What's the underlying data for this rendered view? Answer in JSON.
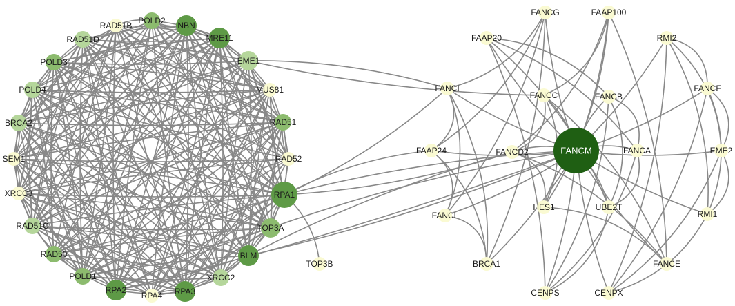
{
  "colors": {
    "background": "#ffffff",
    "edge": "#888888",
    "hub": "#1f5f13",
    "strong": "#5e9a46",
    "medium": "#8cbb6e",
    "light": "#b5d69b",
    "pale": "#fafad2",
    "label": "#1a1a1a",
    "hub_label": "#ffffff"
  },
  "left_cluster": {
    "nodes": [
      {
        "label": "POLD2",
        "tone": "medium"
      },
      {
        "label": "NBN",
        "tone": "strong"
      },
      {
        "label": "MRE11",
        "tone": "strong"
      },
      {
        "label": "EME1",
        "tone": "light"
      },
      {
        "label": "MUS81",
        "tone": "pale"
      },
      {
        "label": "RAD51",
        "tone": "medium"
      },
      {
        "label": "RAD52",
        "tone": "pale"
      },
      {
        "label": "RPA1",
        "tone": "strong"
      },
      {
        "label": "TOP3A",
        "tone": "medium"
      },
      {
        "label": "BLM",
        "tone": "strong"
      },
      {
        "label": "XRCC2",
        "tone": "light"
      },
      {
        "label": "RPA3",
        "tone": "strong"
      },
      {
        "label": "RPA4",
        "tone": "pale"
      },
      {
        "label": "RPA2",
        "tone": "strong"
      },
      {
        "label": "POLD1",
        "tone": "medium"
      },
      {
        "label": "RAD50",
        "tone": "medium"
      },
      {
        "label": "RAD51C",
        "tone": "light"
      },
      {
        "label": "XRCC3",
        "tone": "pale"
      },
      {
        "label": "SEM1",
        "tone": "pale"
      },
      {
        "label": "BRCA2",
        "tone": "light"
      },
      {
        "label": "POLD4",
        "tone": "light"
      },
      {
        "label": "POLD3",
        "tone": "medium"
      },
      {
        "label": "RAD51D",
        "tone": "light"
      },
      {
        "label": "RAD51B",
        "tone": "pale"
      }
    ]
  },
  "outlier_node": {
    "label": "TOP3B",
    "tone": "pale"
  },
  "right_cluster": {
    "hub": {
      "label": "FANCM",
      "tone": "hub"
    },
    "nodes": [
      {
        "label": "FANCG",
        "tone": "pale"
      },
      {
        "label": "FAAP100",
        "tone": "pale"
      },
      {
        "label": "FAAP20",
        "tone": "pale"
      },
      {
        "label": "RMI2",
        "tone": "pale"
      },
      {
        "label": "FANCI",
        "tone": "pale"
      },
      {
        "label": "FANCC",
        "tone": "pale"
      },
      {
        "label": "FANCB",
        "tone": "pale"
      },
      {
        "label": "FANCF",
        "tone": "pale"
      },
      {
        "label": "FAAP24",
        "tone": "pale"
      },
      {
        "label": "FANCD2",
        "tone": "pale"
      },
      {
        "label": "FANCA",
        "tone": "pale"
      },
      {
        "label": "EME2",
        "tone": "pale"
      },
      {
        "label": "FANCL",
        "tone": "pale"
      },
      {
        "label": "HES1",
        "tone": "pale"
      },
      {
        "label": "UBE2T",
        "tone": "pale"
      },
      {
        "label": "RMI1",
        "tone": "pale"
      },
      {
        "label": "BRCA1",
        "tone": "pale"
      },
      {
        "label": "FANCE",
        "tone": "pale"
      },
      {
        "label": "CENPS",
        "tone": "pale"
      },
      {
        "label": "CENPX",
        "tone": "pale"
      }
    ]
  },
  "cross_links": [
    [
      "EME1",
      "FANCI"
    ],
    [
      "EME1",
      "FANCC"
    ],
    [
      "RPA1",
      "FAAP24"
    ],
    [
      "RPA1",
      "FANCD2"
    ],
    [
      "RPA1",
      "FANCM"
    ],
    [
      "RPA1",
      "FANCI"
    ],
    [
      "TOP3A",
      "FANCM"
    ],
    [
      "BLM",
      "FANCM"
    ],
    [
      "BLM",
      "FANCD2"
    ],
    [
      "RPA2",
      "FANCM"
    ],
    [
      "RPA1",
      "TOP3B"
    ]
  ]
}
